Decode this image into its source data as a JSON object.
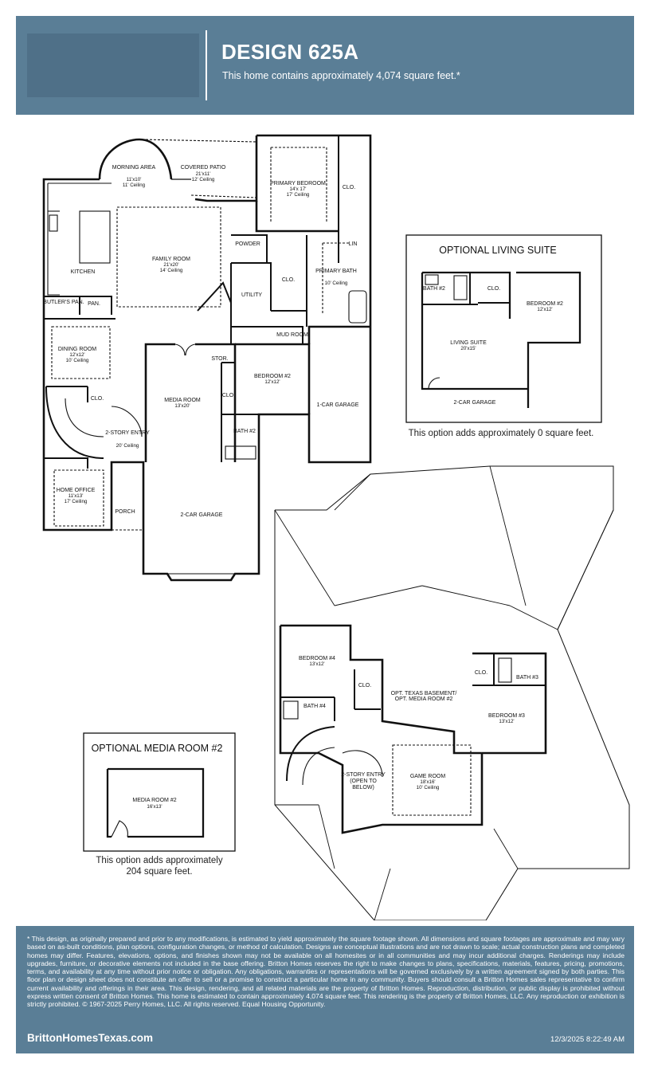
{
  "header": {
    "title": "DESIGN 625A",
    "subtitle": "This home contains approximately 4,074 square feet.*"
  },
  "first_floor": {
    "rooms": [
      {
        "name": "MORNING AREA",
        "dims": "11'x10'",
        "ceiling": "11' Ceiling"
      },
      {
        "name": "COVERED PATIO",
        "dims": "21'x11'",
        "ceiling": "12' Ceiling"
      },
      {
        "name": "PRIMARY BEDROOM",
        "dims": "14'x 17'",
        "ceiling": "17' Ceiling"
      },
      {
        "name": "FAMILY ROOM",
        "dims": "21'x20'",
        "ceiling": "14' Ceiling"
      },
      {
        "name": "KITCHEN"
      },
      {
        "name": "POWDER"
      },
      {
        "name": "PRIMARY BATH",
        "ceiling": "10' Ceiling"
      },
      {
        "name": "BUTLER'S PAN."
      },
      {
        "name": "PAN."
      },
      {
        "name": "UTILITY"
      },
      {
        "name": "MUD ROOM"
      },
      {
        "name": "DINING ROOM",
        "dims": "12'x12'",
        "ceiling": "10' Ceiling"
      },
      {
        "name": "MEDIA ROOM",
        "dims": "13'x20'"
      },
      {
        "name": "STOR."
      },
      {
        "name": "BEDROOM #2",
        "dims": "12'x12'"
      },
      {
        "name": "BATH #2"
      },
      {
        "name": "1-CAR GARAGE"
      },
      {
        "name": "2-STORY ENTRY",
        "ceiling": "20' Ceiling"
      },
      {
        "name": "HOME OFFICE",
        "dims": "11'x13'",
        "ceiling": "17' Ceiling"
      },
      {
        "name": "PORCH"
      },
      {
        "name": "2-CAR GARAGE"
      }
    ],
    "labels": {
      "clo": "CLO.",
      "lin": "LIN"
    }
  },
  "optional_living_suite": {
    "title": "OPTIONAL LIVING SUITE",
    "rooms": [
      {
        "name": "BATH #2"
      },
      {
        "name": "CLO."
      },
      {
        "name": "BEDROOM #2",
        "dims": "12'x12'"
      },
      {
        "name": "LIVING SUITE",
        "dims": "20'x15'"
      },
      {
        "name": "2-CAR GARAGE"
      }
    ],
    "note": "This option adds approximately 0 square feet."
  },
  "second_floor": {
    "rooms": [
      {
        "name": "BEDROOM #4",
        "dims": "13'x12'"
      },
      {
        "name": "CLO."
      },
      {
        "name": "BATH #4"
      },
      {
        "name": "OPT. TEXAS BASEMENT/",
        "name2": "OPT. MEDIA ROOM #2"
      },
      {
        "name": "BATH #3"
      },
      {
        "name": "BEDROOM #3",
        "dims": "13'x12'"
      },
      {
        "name": "GAME ROOM",
        "dims": "18'x16'",
        "ceiling": "10' Ceiling"
      },
      {
        "name": "2-STORY ENTRY",
        "name2": "(OPEN TO",
        "name3": "BELOW)"
      }
    ]
  },
  "optional_media_room": {
    "title": "OPTIONAL MEDIA ROOM #2",
    "room": {
      "name": "MEDIA ROOM #2",
      "dims": "16'x13'"
    },
    "note_line1": "This option adds approximately",
    "note_line2": "204 square feet."
  },
  "footer": {
    "disclaimer": "* This design, as originally prepared and prior to any modifications, is estimated to yield approximately the square footage shown. All dimensions and square footages are approximate and may vary based on as-built conditions, plan options, configuration changes, or method of calculation. Designs are conceptual illustrations and are not drawn to scale; actual construction plans and completed homes may differ. Features, elevations, options, and finishes shown may not be available on all homesites or in all communities and may incur additional charges. Renderings may include upgrades, furniture, or decorative elements not included in the base offering. Britton Homes reserves the right to make changes to plans, specifications, materials, features, pricing, promotions, terms, and availability at any time without prior notice or obligation. Any obligations, warranties or representations will be governed exclusively by a written agreement signed by both parties. This floor plan or design sheet does not constitute an offer to sell or a promise to construct a particular home in any community. Buyers should consult a Britton Homes sales representative to confirm current availability and offerings in their area. This design, rendering, and all related materials are the property of Britton Homes. Reproduction, distribution, or public display is prohibited without express written consent of Britton Homes. This home is estimated to contain approximately 4,074 square feet. This rendering is the property of Britton Homes, LLC. Any reproduction or exhibition is strictly prohibited. © 1967-2025 Perry Homes, LLC. All rights reserved. Equal Housing Opportunity.",
    "website": "BrittonHomesTexas.com",
    "timestamp": "12/3/2025 8:22:49 AM"
  }
}
